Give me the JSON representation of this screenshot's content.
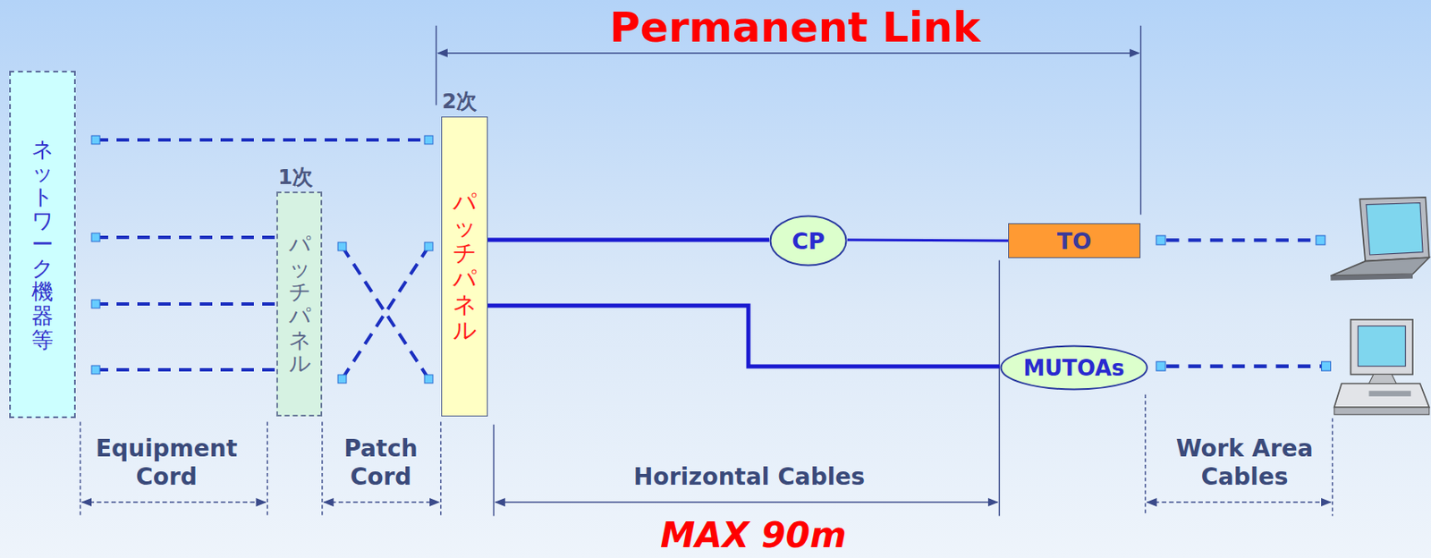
{
  "diagram": {
    "nodes": [
      {
        "text": [
          "ネットワーク機器等"
        ]
      },
      {
        "text": [
          "1次",
          "パッチパネル"
        ]
      },
      {
        "text": [
          "2次",
          "パッチパネル"
        ]
      },
      {
        "text": [
          "CP"
        ]
      },
      {
        "text": [
          "TO"
        ]
      },
      {
        "text": [
          "MUTOAs"
        ]
      }
    ],
    "edges": [
      {
        "from": 0,
        "to": 2,
        "arrow": "none"
      },
      {
        "from": 0,
        "to": 1,
        "arrow": "none"
      },
      {
        "from": 0,
        "to": 1,
        "arrow": "none"
      },
      {
        "from": 0,
        "to": 1,
        "arrow": "none"
      },
      {
        "from": 1,
        "to": 2,
        "arrow": "none"
      },
      {
        "from": 1,
        "to": 2,
        "arrow": "none"
      },
      {
        "from": 2,
        "to": 3,
        "arrow": "none"
      },
      {
        "from": 3,
        "to": 4,
        "arrow": "none"
      },
      {
        "from": 2,
        "to": 5,
        "arrow": "none"
      }
    ],
    "labels": [
      "Permanent Link",
      "Equipment Cord",
      "Patch Cord",
      "Horizontal Cables",
      "Work Area Cables",
      "MAX 90m"
    ]
  }
}
